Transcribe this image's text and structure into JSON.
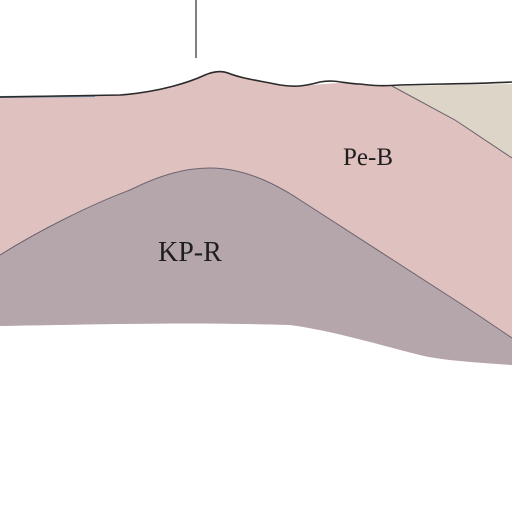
{
  "diagram": {
    "units": [
      {
        "id": "pe-b",
        "label": "Pe-B",
        "color": "#dfc1bf"
      },
      {
        "id": "kp-r",
        "label": "KP-R",
        "color": "#b5a6ac"
      },
      {
        "id": "upper-right-unit",
        "label": "",
        "color": "#ddd6c8"
      }
    ],
    "line_color": "#2a2a2a",
    "contact_color": "#6b6470",
    "water_line_color": "#6f8fa8"
  }
}
